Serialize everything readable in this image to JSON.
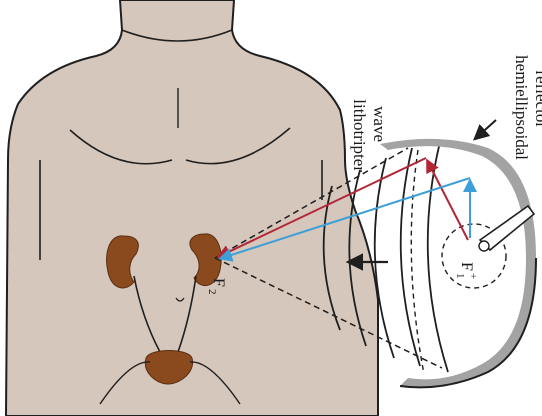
{
  "labels": {
    "wave_line1": "lithotripter",
    "wave_line2": "wave",
    "reflector_line1": "hemiellipsoidal",
    "reflector_line2": "reflector",
    "f1": "F",
    "f1_sub": "1",
    "f1_sup": "+",
    "f2": "F",
    "f2_sub": "2"
  },
  "colors": {
    "skin": "#d6c7bc",
    "outline": "#1f1f1f",
    "organ": "#8b4a1e",
    "reflector": "#a3a3a3",
    "ray_red": "#b32636",
    "ray_blue": "#3e9fd8"
  }
}
